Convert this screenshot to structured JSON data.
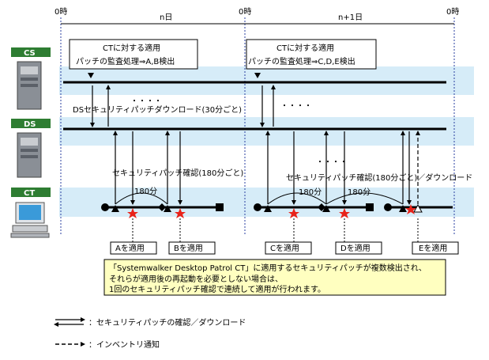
{
  "header": {
    "start_time": "0時",
    "day_n": "n日",
    "mid_time": "0時",
    "day_n1": "n+1日",
    "end_time": "0時"
  },
  "servers": {
    "cs": "CS",
    "ds": "DS",
    "ct": "CT"
  },
  "audit_boxes": [
    {
      "line1": "CTに対する適用",
      "line2": "パッチの監査処理⇒A,B検出"
    },
    {
      "line1": "CTに対する適用",
      "line2": "パッチの監査処理⇒C,D,E検出"
    }
  ],
  "labels": {
    "ellipsis": "・・・・",
    "ds_download": "DSセキュリティパッチダウンロード(30分ごと)",
    "confirm_1": "セキュリティパッチ確認(180分ごと)",
    "confirm_2": "セキュリティパッチ確認(180分ごと)／ダウンロード",
    "interval_1": "180分",
    "interval_2": "180分",
    "interval_3": "180分"
  },
  "apply_boxes": [
    "Aを適用",
    "Bを適用",
    "Cを適用",
    "Dを適用",
    "Eを適用"
  ],
  "note": {
    "line1": "「Systemwalker Desktop Patrol CT」に適用するセキュリティパッチが複数検出され、",
    "line2": "それらが適用後の再起動を必要としない場合は、",
    "line3": "1回のセキュリティパッチ確認で連続して適用が行われます。"
  },
  "legend": {
    "solid_label": "：セキュリティパッチの確認／ダウンロード",
    "dashed_label": "：インベントリ通知"
  },
  "colors": {
    "band": "#d6ecf8",
    "server_label_bg": "#2e7d32",
    "note_bg": "#ffffc0",
    "star": "#e8231a",
    "day_divider": "#2a3fa0"
  }
}
